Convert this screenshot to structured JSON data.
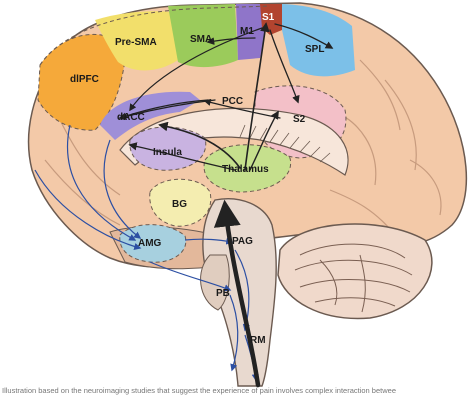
{
  "figure": {
    "labels": {
      "pre_sma": "Pre-SMA",
      "sma": "SMA",
      "m1": "M1",
      "s1": "S1",
      "spl": "SPL",
      "dlpfc": "dlPFC",
      "dacc": "dACC",
      "pcc": "PCC",
      "s2": "S2",
      "insula": "Insula",
      "thalamus": "Thalamus",
      "bg": "BG",
      "amg": "AMG",
      "pag": "PAG",
      "pb": "PB",
      "rm": "RM"
    },
    "caption": "Illustration based on the neuroimaging studies that suggest the experience of pain involves complex interaction betwee"
  },
  "colors": {
    "cortex": "#f3c9a8",
    "cortex_outline": "#6b5a50",
    "pre_sma": "#f2df6b",
    "sma": "#9bcb5b",
    "m1": "#8f75c9",
    "s1": "#b2442f",
    "spl": "#7cc0e8",
    "dlpfc": "#f5a93a",
    "dacc": "#9f8fd8",
    "s2": "#f3c0c8",
    "insula": "#c9b3e1",
    "thalamus": "#c6e08d",
    "bg": "#f4edb0",
    "amg": "#a7d0df",
    "brainstem": "#e8d9cf",
    "arrow_dark": "#222222",
    "arrow_blue": "#2c4fa3"
  }
}
